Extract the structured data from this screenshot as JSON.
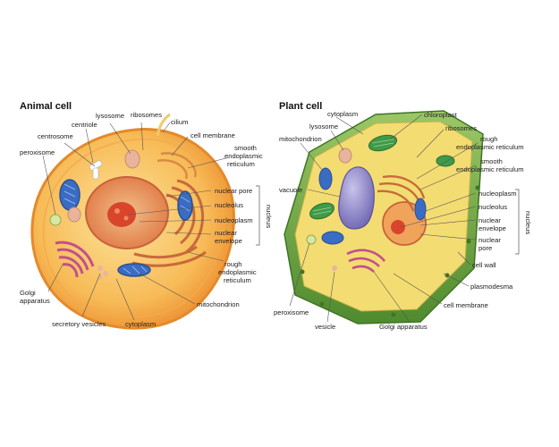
{
  "animal": {
    "title": "Animal cell",
    "labels": {
      "lysosome": "lysosome",
      "ribosomes": "ribosomes",
      "cilium": "cilium",
      "centriole": "centriole",
      "cell_membrane": "cell membrane",
      "centrosome": "centrosome",
      "peroxisome": "peroxisome",
      "smooth_er": [
        "smooth",
        "endoplasmic",
        "reticulum"
      ],
      "nuclear_pore": "nuclear pore",
      "nucleolus": "nucleolus",
      "nucleoplasm": "nucleoplasm",
      "nuclear_envelope": [
        "nuclear",
        "envelope"
      ],
      "nucleus": "nucleus",
      "rough_er": [
        "rough",
        "endoplasmic",
        "reticulum"
      ],
      "golgi": [
        "Golgi",
        "apparatus"
      ],
      "mitochondrion": "mitochondrion",
      "secretory_vesicles": "secretory vesicles",
      "cytoplasm": "cytoplasm"
    }
  },
  "plant": {
    "title": "Plant cell",
    "labels": {
      "cytoplasm": "cytoplasm",
      "lysosome": "lysosome",
      "chloroplast": "chloroplast",
      "mitochondrion": "mitochondrion",
      "ribosomes": "ribosomes",
      "rough_er": [
        "rough",
        "endoplasmic reticulum"
      ],
      "smooth_er": [
        "smooth",
        "endoplasmic reticulum"
      ],
      "vacuole": "vacuole",
      "nucleoplasm": "nucleoplasm",
      "nucleolus": "nucleolus",
      "nuclear_envelope": [
        "nuclear",
        "envelope"
      ],
      "nuclear_pore": [
        "nuclear",
        "pore"
      ],
      "nucleus": "nucleus",
      "cell_wall": "cell wall",
      "plasmodesma": "plasmodesma",
      "cell_membrane": "cell membrane",
      "peroxisome": "peroxisome",
      "vesicle": "vesicle",
      "golgi": "Golgi apparatus"
    }
  },
  "colors": {
    "animal_outer": "#f29a3a",
    "animal_inner": "#f9c463",
    "nucleus_red": "#d9452c",
    "mito_blue": "#3b6cc4",
    "golgi_pink": "#d86aa4",
    "plant_wall": "#5f9b3a",
    "plant_cytoplasm": "#f3dc72",
    "vacuole_purple": "#8e86c9",
    "chloroplast_green": "#3f9a4a"
  }
}
